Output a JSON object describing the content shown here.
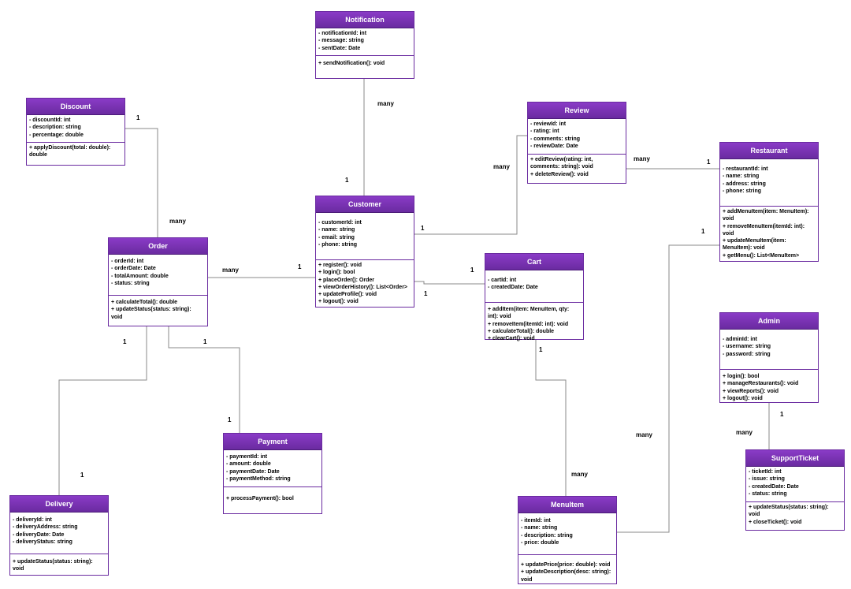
{
  "classes": {
    "notification": {
      "name": "Notification",
      "attrs": [
        "- notificationId: int",
        "- message: string",
        "- sentDate: Date"
      ],
      "ops": [
        "+ sendNotification(): void"
      ]
    },
    "discount": {
      "name": "Discount",
      "attrs": [
        "- discountId: int",
        "- description: string",
        "- percentage: double"
      ],
      "ops": [
        "+ applyDiscount(total: double):\ndouble"
      ]
    },
    "review": {
      "name": "Review",
      "attrs": [
        "- reviewId: int",
        "- rating: int",
        "- comments: string",
        "- reviewDate: Date"
      ],
      "ops": [
        "+ editReview(rating: int,\ncomments: string): void",
        "+ deleteReview(): void"
      ]
    },
    "restaurant": {
      "name": "Restaurant",
      "attrs": [
        "- restaurantId: int",
        "- name: string",
        "- address: string",
        "- phone: string"
      ],
      "ops": [
        "+ addMenuItem(item: MenuItem):\nvoid",
        "+ removeMenuItem(itemId: int):\nvoid",
        "+ updateMenuItem(item:\nMenuItem): void",
        "+ getMenu(): List<MenuItem>"
      ]
    },
    "customer": {
      "name": "Customer",
      "attrs": [
        "- customerId: int",
        "- name: string",
        "- email: string",
        "- phone: string"
      ],
      "ops": [
        "+ register(): void",
        "+ login(): bool",
        "+ placeOrder(): Order",
        "+ viewOrderHistory(): List<Order>",
        "+ updateProfile(): void",
        "+ logout(): void"
      ]
    },
    "order": {
      "name": "Order",
      "attrs": [
        "- orderId: int",
        "- orderDate: Date",
        "- totalAmount: double",
        "- status: string"
      ],
      "ops": [
        "+ calculateTotal(): double",
        "+ updateStatus(status: string):\nvoid"
      ]
    },
    "cart": {
      "name": "Cart",
      "attrs": [
        "- cartId: int",
        "- createdDate: Date"
      ],
      "ops": [
        "+ addItem(item: MenuItem, qty:\nint): void",
        "+ removeItem(itemId: int): void",
        "+ calculateTotal(): double",
        "+ clearCart(): void"
      ]
    },
    "admin": {
      "name": "Admin",
      "attrs": [
        "- adminId: int",
        "- username: string",
        "- password: string"
      ],
      "ops": [
        "+ login(): bool",
        "+ manageRestaurants(): void",
        "+ viewReports(): void",
        "+ logout(): void"
      ]
    },
    "payment": {
      "name": "Payment",
      "attrs": [
        "- paymentId: int",
        "- amount: double",
        "- paymentDate: Date",
        "- paymentMethod: string"
      ],
      "ops": [
        "+ processPayment(): bool"
      ]
    },
    "supportticket": {
      "name": "SupportTicket",
      "attrs": [
        "- ticketId: int",
        "- issue: string",
        "- createdDate: Date",
        "- status: string"
      ],
      "ops": [
        "+ updateStatus(status: string):\nvoid",
        "+ closeTicket(): void"
      ]
    },
    "delivery": {
      "name": "Delivery",
      "attrs": [
        "- deliveryId: int",
        "- deliveryAddress: string",
        "- deliveryDate: Date",
        "- deliveryStatus: string"
      ],
      "ops": [
        "+ updateStatus(status: string):\nvoid"
      ]
    },
    "menuitem": {
      "name": "MenuItem",
      "attrs": [
        "- itemId: int",
        "- name: string",
        "- description: string",
        "- price: double"
      ],
      "ops": [
        "+ updatePrice(price: double): void",
        "+ updateDescription(desc: string):\nvoid"
      ]
    }
  },
  "multiplicities": {
    "notif_many": "many",
    "notif_cust_1": "1",
    "disc_1": "1",
    "disc_order_many": "many",
    "order_cust_many": "many",
    "cust_order_1": "1",
    "cust_review_1": "1",
    "review_many": "many",
    "review_rest_many": "many",
    "rest_review_1": "1",
    "cust_cart_1": "1",
    "cart_cust_1": "1",
    "cart_menu_1": "1",
    "menu_cart_many": "many",
    "rest_menu_1": "1",
    "menu_rest_many": "many",
    "order_delivery_1": "1",
    "delivery_1": "1",
    "order_payment_1": "1",
    "payment_1": "1",
    "admin_1": "1",
    "ticket_many": "many"
  },
  "colors": {
    "header": "#6a2ba0",
    "border": "#6a2ba0",
    "connector": "#8a8a8a"
  }
}
